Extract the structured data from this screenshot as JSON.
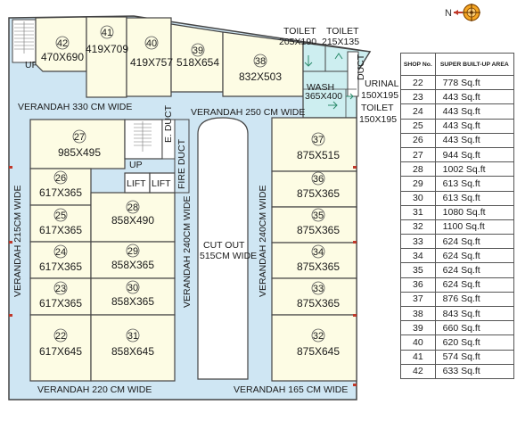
{
  "colors": {
    "verandah": "#cfe6f3",
    "shop": "#fdfce4",
    "wash": "#cdeef0",
    "line": "#444444"
  },
  "compass": {
    "label": "N",
    "icon": "compass-icon"
  },
  "shops": [
    {
      "no": "42",
      "size": "470X690"
    },
    {
      "no": "41",
      "size": "419X709"
    },
    {
      "no": "40",
      "size": "419X757"
    },
    {
      "no": "39",
      "size": "518X654"
    },
    {
      "no": "38",
      "size": "832X503"
    },
    {
      "no": "27",
      "size": "985X495"
    },
    {
      "no": "26",
      "size": "617X365"
    },
    {
      "no": "25",
      "size": "617X365"
    },
    {
      "no": "24",
      "size": "617X365"
    },
    {
      "no": "23",
      "size": "617X365"
    },
    {
      "no": "22",
      "size": "617X645"
    },
    {
      "no": "28",
      "size": "858X490"
    },
    {
      "no": "29",
      "size": "858X365"
    },
    {
      "no": "30",
      "size": "858X365"
    },
    {
      "no": "31",
      "size": "858X645"
    },
    {
      "no": "37",
      "size": "875X515"
    },
    {
      "no": "36",
      "size": "875X365"
    },
    {
      "no": "35",
      "size": "875X365"
    },
    {
      "no": "34",
      "size": "875X365"
    },
    {
      "no": "33",
      "size": "875X365"
    },
    {
      "no": "32",
      "size": "875X645"
    }
  ],
  "labels": {
    "up_top": "UP",
    "up_stair": "UP",
    "verandah_330": "VERANDAH 330 CM WIDE",
    "verandah_250": "VERANDAH 250 CM WIDE",
    "verandah_215": "VERANDAH 215CM WIDE",
    "verandah_240_left": "VERANDAH 240CM WIDE",
    "verandah_240_right": "VERANDAH 240CM WIDE",
    "verandah_220": "VERANDAH 220 CM WIDE",
    "verandah_165": "VERANDAH 165 CM WIDE",
    "cut_out_1": "CUT OUT",
    "cut_out_2": "515CM WIDE",
    "lift1": "LIFT",
    "lift2": "LIFT",
    "fire_duct": "FIRE DUCT",
    "e_duct": "E. DUCT",
    "duct": "DUCT",
    "wash_1": "WASH",
    "wash_2": "365X400",
    "toilet_a_1": "TOILET",
    "toilet_a_2": "205X190",
    "toilet_b_1": "TOILET",
    "toilet_b_2": "215X135",
    "urinal_1": "URINAL",
    "urinal_2": "150X195",
    "toilet_c_1": "TOILET",
    "toilet_c_2": "150X195"
  },
  "table": {
    "headers": [
      "SHOP No.",
      "SUPER BUILT-UP AREA"
    ],
    "rows": [
      {
        "no": "22",
        "area": "778 Sq.ft"
      },
      {
        "no": "23",
        "area": "443 Sq.ft"
      },
      {
        "no": "24",
        "area": "443 Sq.ft"
      },
      {
        "no": "25",
        "area": "443 Sq.ft"
      },
      {
        "no": "26",
        "area": "443 Sq.ft"
      },
      {
        "no": "27",
        "area": "944 Sq.ft"
      },
      {
        "no": "28",
        "area": "1002 Sq.ft"
      },
      {
        "no": "29",
        "area": "613 Sq.ft"
      },
      {
        "no": "30",
        "area": "613 Sq.ft"
      },
      {
        "no": "31",
        "area": "1080 Sq.ft"
      },
      {
        "no": "32",
        "area": "1100 Sq.ft"
      },
      {
        "no": "33",
        "area": "624 Sq.ft"
      },
      {
        "no": "34",
        "area": "624 Sq.ft"
      },
      {
        "no": "35",
        "area": "624 Sq.ft"
      },
      {
        "no": "36",
        "area": "624 Sq.ft"
      },
      {
        "no": "37",
        "area": "876 Sq.ft"
      },
      {
        "no": "38",
        "area": "843 Sq.ft"
      },
      {
        "no": "39",
        "area": "660 Sq.ft"
      },
      {
        "no": "40",
        "area": "620 Sq.ft"
      },
      {
        "no": "41",
        "area": "574 Sq.ft"
      },
      {
        "no": "42",
        "area": "633 Sq.ft"
      }
    ]
  }
}
